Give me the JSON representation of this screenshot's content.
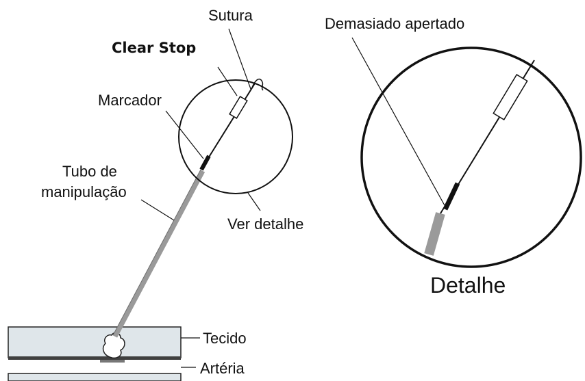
{
  "labels": {
    "sutura": "Sutura",
    "clear_stop": "Clear Stop",
    "marcador": "Marcador",
    "tubo_line1": "Tubo de",
    "tubo_line2": "manipulação",
    "ver_detalhe": "Ver detalhe",
    "demasiado_apertado": "Demasiado apertado",
    "detalhe": "Detalhe",
    "tecido": "Tecido",
    "arteria": "Artéria"
  },
  "colors": {
    "line": "#111111",
    "tube": "#9a9a9a",
    "tissue": "#dfe6ea",
    "artery": "#404040"
  }
}
